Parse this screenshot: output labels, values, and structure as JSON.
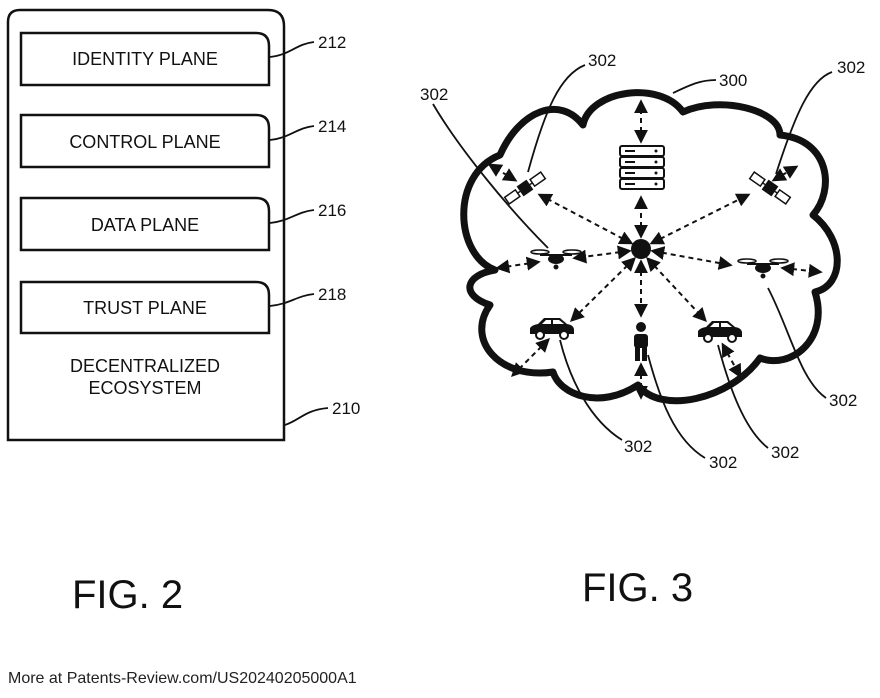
{
  "fig2": {
    "planes": [
      {
        "label": "IDENTITY PLANE",
        "ref": "212"
      },
      {
        "label": "CONTROL PLANE",
        "ref": "214"
      },
      {
        "label": "DATA PLANE",
        "ref": "216"
      },
      {
        "label": "TRUST PLANE",
        "ref": "218"
      }
    ],
    "ecosystem_line1": "DECENTRALIZED",
    "ecosystem_line2": "ECOSYSTEM",
    "container_ref": "210",
    "caption": "FIG. 2"
  },
  "fig3": {
    "cloud_ref": "300",
    "node_ref": "302",
    "caption": "FIG. 3",
    "icons": [
      "server-icon",
      "satellite-icon",
      "drone-icon",
      "car-icon",
      "person-icon"
    ]
  },
  "footer": "More at Patents-Review.com/US20240205000A1"
}
